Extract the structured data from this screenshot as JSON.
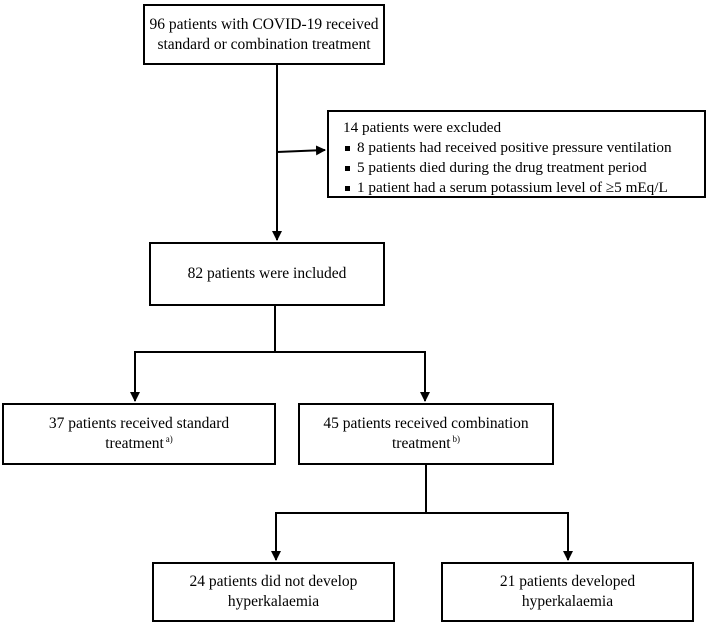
{
  "boxes": {
    "start": {
      "line1": "96 patients with COVID-19 received",
      "line2": "standard or combination treatment"
    },
    "excluded": {
      "title": "14 patients were excluded",
      "items": [
        "8 patients had received positive pressure ventilation",
        "5 patients died during the drug treatment period",
        "1 patient had a serum potassium level of ≥5 mEq/L"
      ]
    },
    "included": {
      "line1": "82 patients were included"
    },
    "standard": {
      "line1": "37 patients received standard",
      "line2": "treatment",
      "footnote": "a)"
    },
    "combination": {
      "line1": "45 patients received combination",
      "line2": "treatment",
      "footnote": "b)"
    },
    "no_hyper": {
      "line1": "24 patients did not develop",
      "line2": "hyperkalaemia"
    },
    "hyper": {
      "line1": "21 patients developed",
      "line2": "hyperkalaemia"
    }
  },
  "colors": {
    "line": "#000000",
    "box_fill": "#ffffff",
    "text": "#000000"
  }
}
